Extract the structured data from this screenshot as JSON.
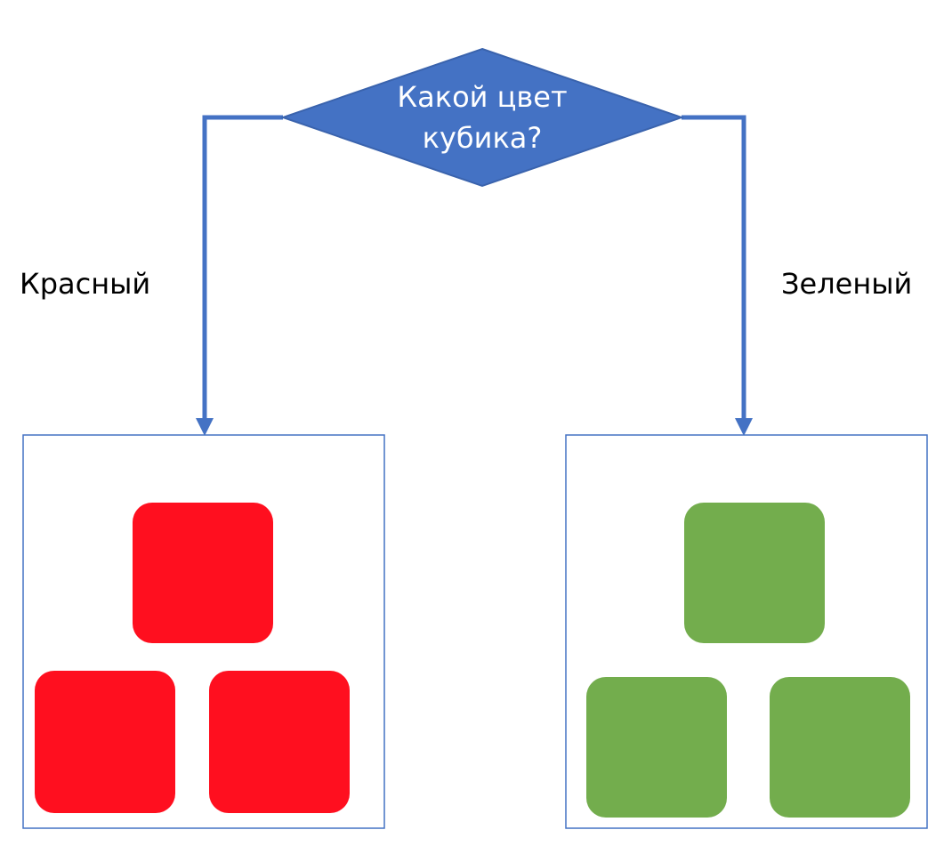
{
  "decision": {
    "line1": "Какой цвет",
    "line2": "кубика?",
    "fill_color": "#4472c4"
  },
  "branches": {
    "left_label": "Красный",
    "right_label": "Зеленый"
  },
  "colors": {
    "connector": "#4472c4",
    "box_border": "#4472c4",
    "red_cube": "#ff0f1f",
    "green_cube": "#73ad4d"
  }
}
